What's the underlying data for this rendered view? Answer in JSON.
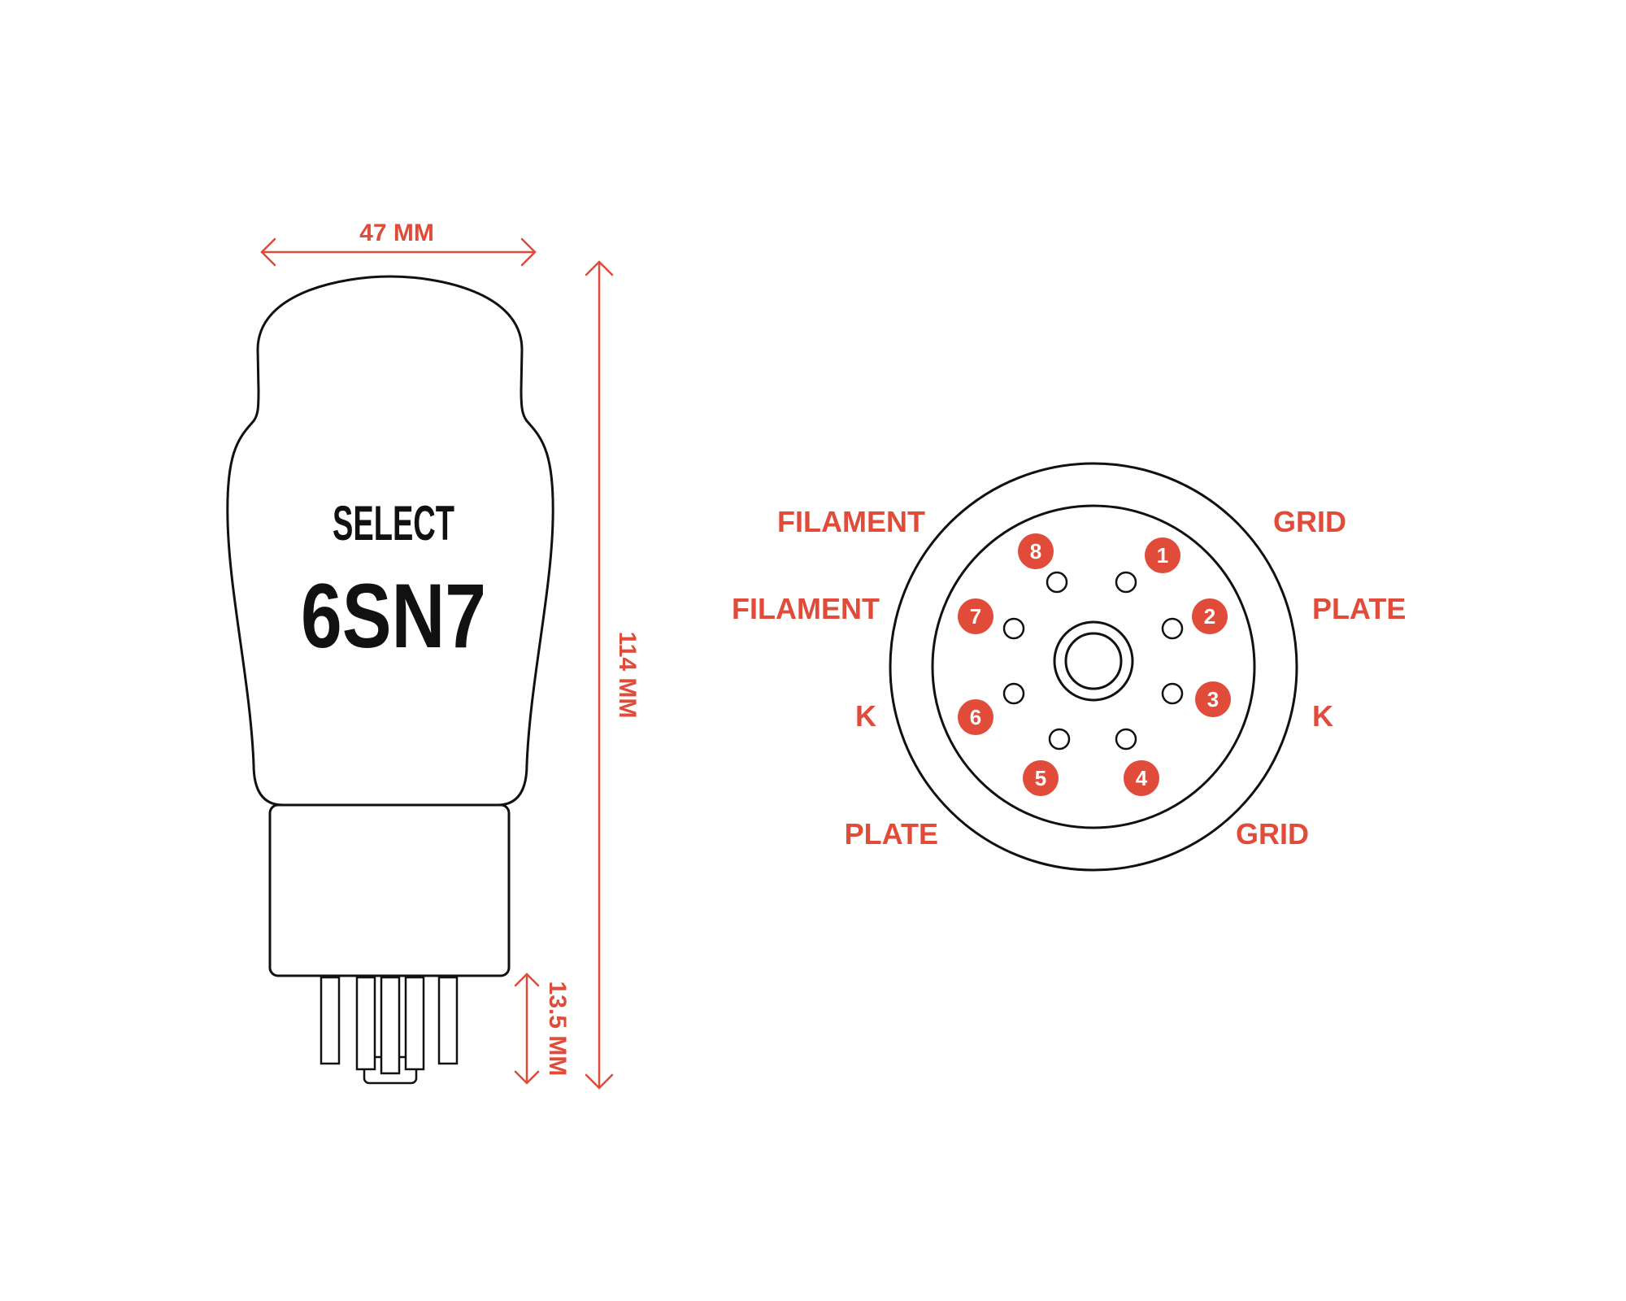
{
  "tube": {
    "brand": "SELECT",
    "model": "6SN7"
  },
  "dimensions": {
    "width": "47 MM",
    "height": "114 MM",
    "pin_length": "13.5 MM"
  },
  "pinout": {
    "pins": [
      {
        "number": "1",
        "label": "GRID"
      },
      {
        "number": "2",
        "label": "PLATE"
      },
      {
        "number": "3",
        "label": "K"
      },
      {
        "number": "4",
        "label": "GRID"
      },
      {
        "number": "5",
        "label": "PLATE"
      },
      {
        "number": "6",
        "label": "K"
      },
      {
        "number": "7",
        "label": "FILAMENT"
      },
      {
        "number": "8",
        "label": "FILAMENT"
      }
    ]
  },
  "colors": {
    "accent": "#e04b3a",
    "outline": "#111111"
  }
}
